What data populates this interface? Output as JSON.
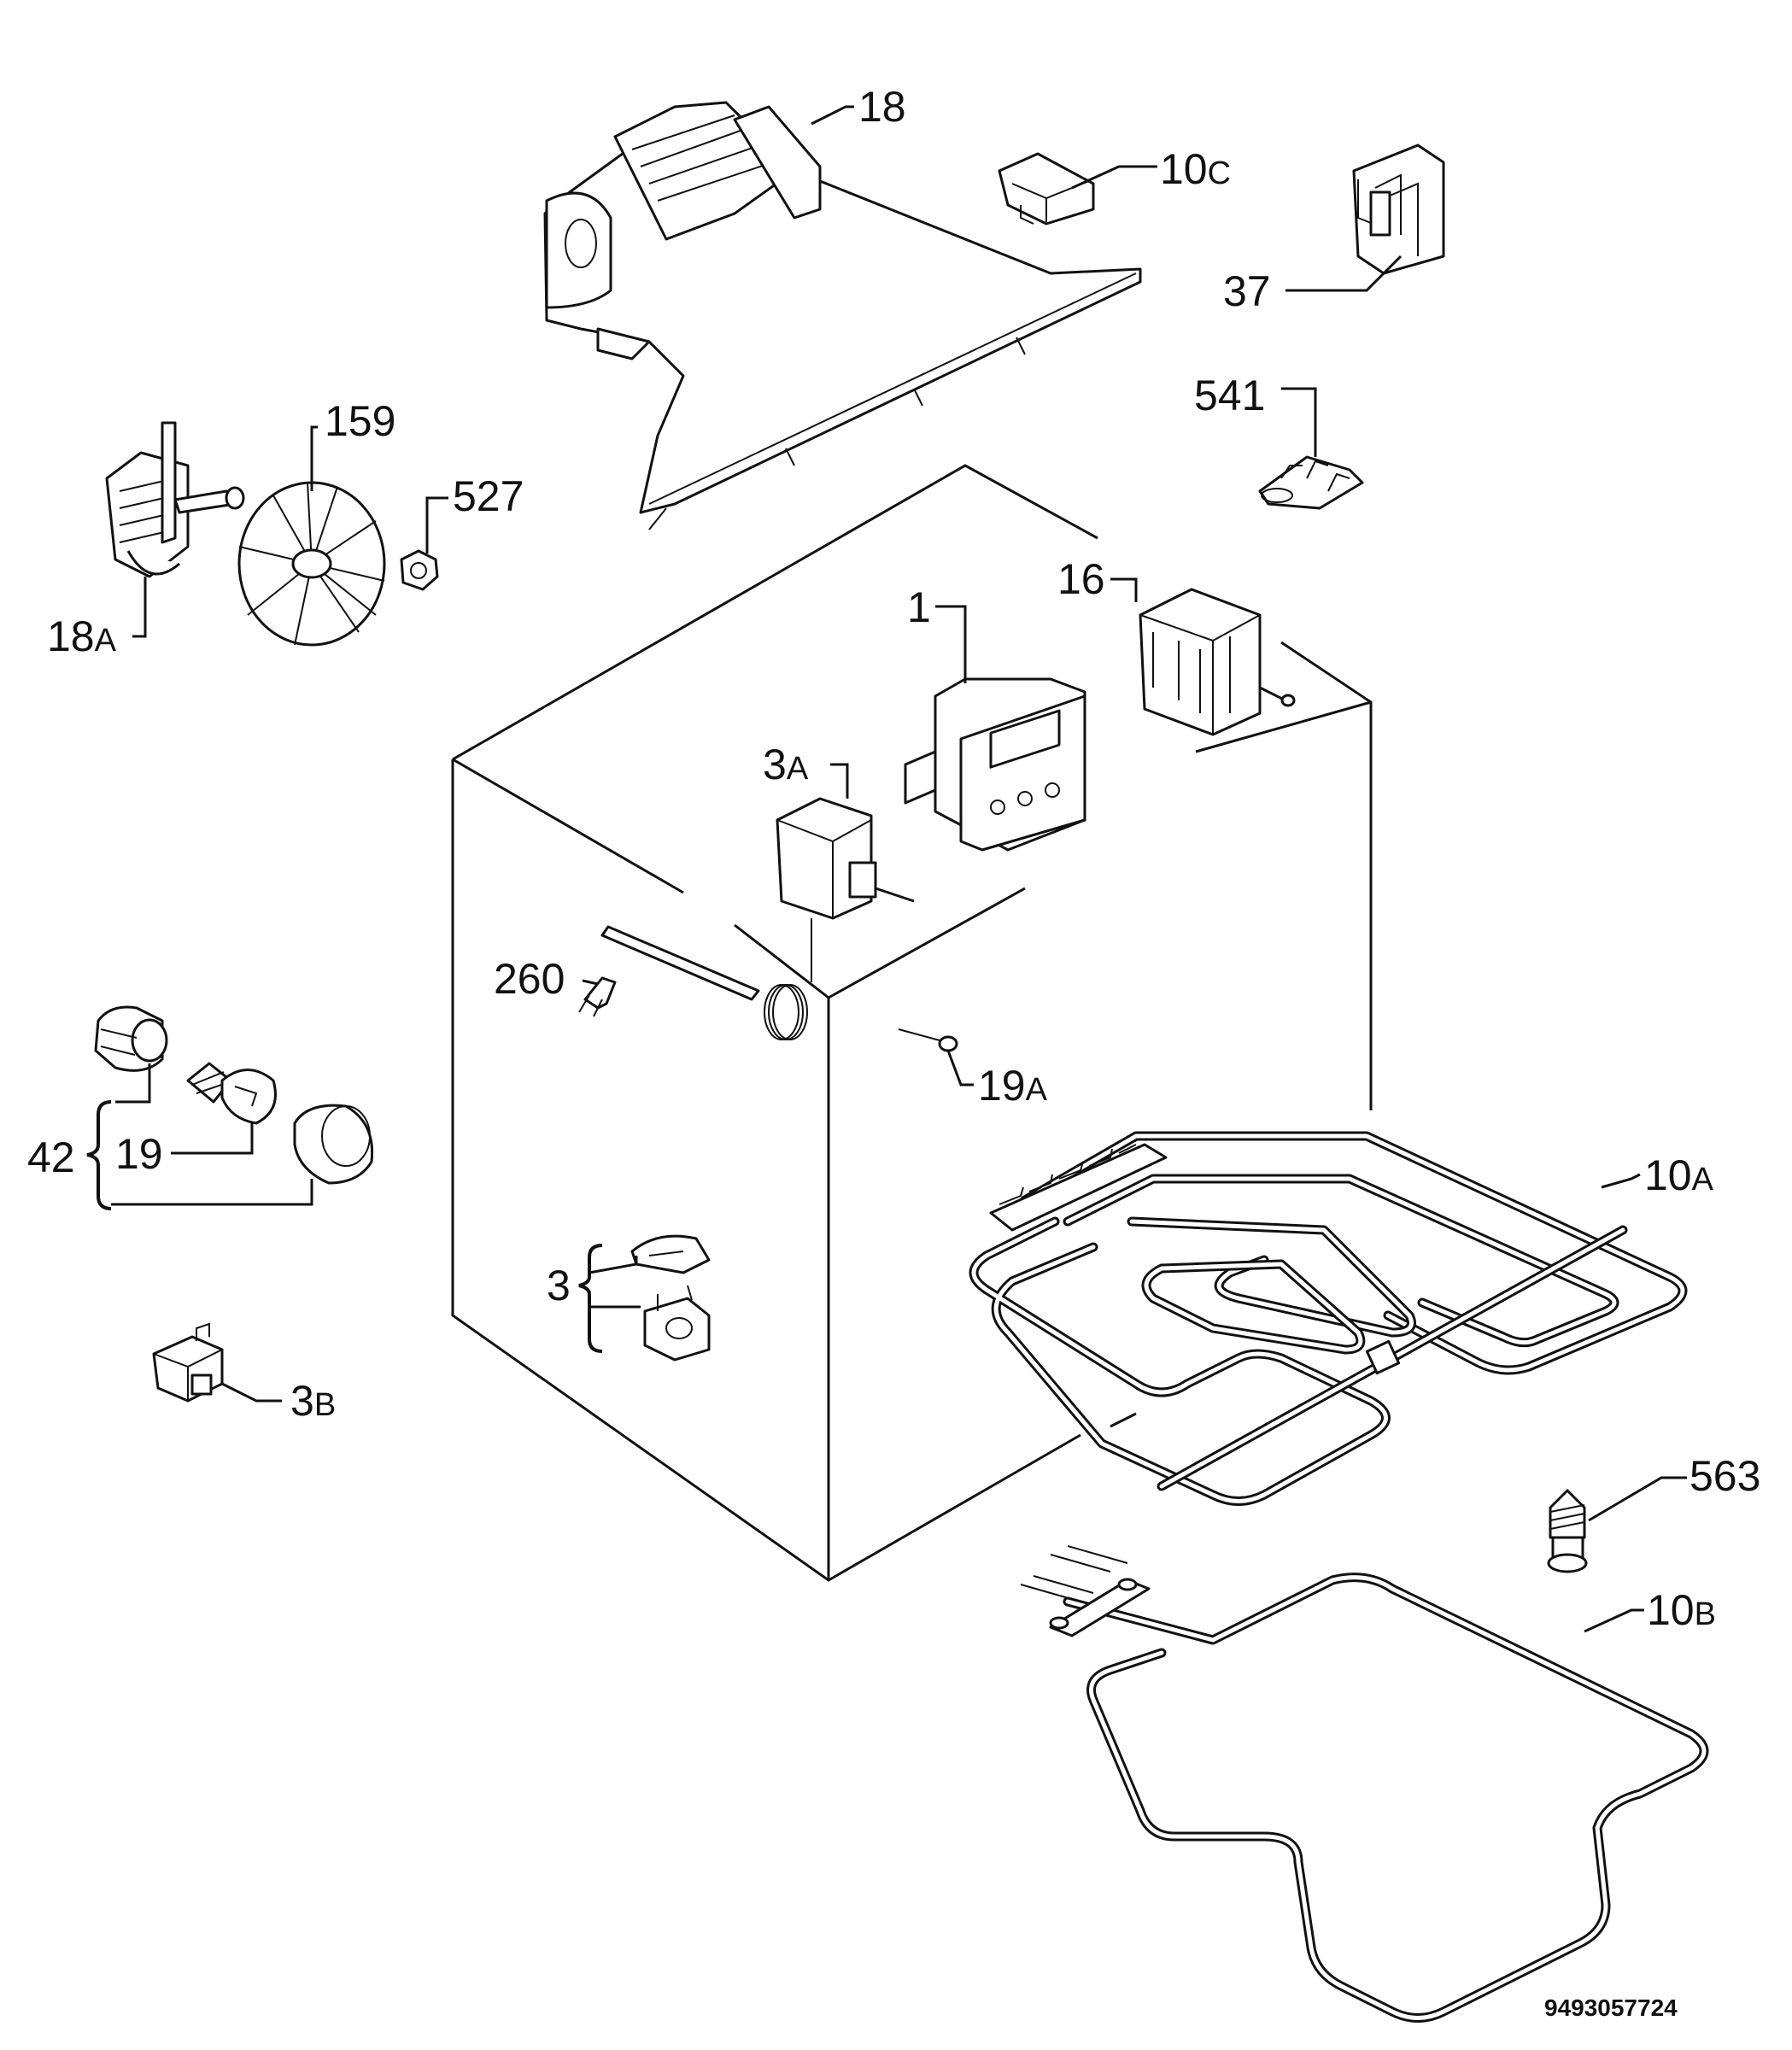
{
  "labels": [
    {
      "id": "18",
      "base": "18",
      "suffix": ""
    },
    {
      "id": "10C",
      "base": "10",
      "suffix": "C"
    },
    {
      "id": "37",
      "base": "37",
      "suffix": ""
    },
    {
      "id": "541",
      "base": "541",
      "suffix": ""
    },
    {
      "id": "159",
      "base": "159",
      "suffix": ""
    },
    {
      "id": "527",
      "base": "527",
      "suffix": ""
    },
    {
      "id": "18A",
      "base": "18",
      "suffix": "A"
    },
    {
      "id": "16",
      "base": "16",
      "suffix": ""
    },
    {
      "id": "1",
      "base": "1",
      "suffix": ""
    },
    {
      "id": "3A",
      "base": "3",
      "suffix": "A"
    },
    {
      "id": "260",
      "base": "260",
      "suffix": ""
    },
    {
      "id": "19A",
      "base": "19",
      "suffix": "A"
    },
    {
      "id": "42",
      "base": "42",
      "suffix": ""
    },
    {
      "id": "19",
      "base": "19",
      "suffix": ""
    },
    {
      "id": "10A",
      "base": "10",
      "suffix": "A"
    },
    {
      "id": "3",
      "base": "3",
      "suffix": ""
    },
    {
      "id": "3B",
      "base": "3",
      "suffix": "B"
    },
    {
      "id": "563",
      "base": "563",
      "suffix": ""
    },
    {
      "id": "10B",
      "base": "10",
      "suffix": "B"
    }
  ],
  "diagram_code": "9493057724"
}
